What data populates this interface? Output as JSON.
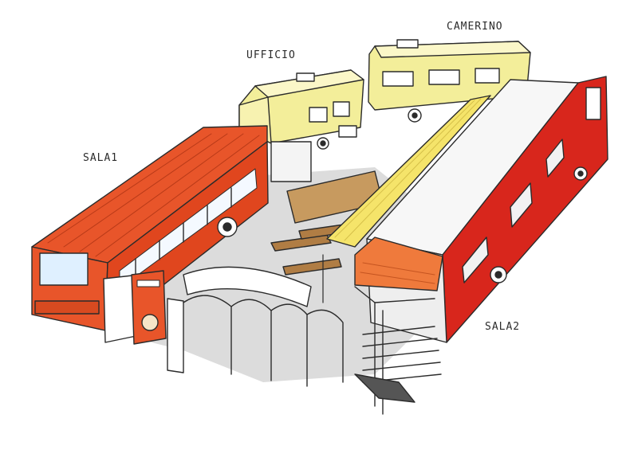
{
  "labels": {
    "camerino": "CAMERINO",
    "ufficio": "UFFICIO",
    "sala1": "SALA1",
    "sala2": "SALA2"
  },
  "colors": {
    "bus_orange": "#e8552a",
    "bus_red": "#d8261c",
    "caravan_yellow": "#f3ee9a",
    "awning_yellow": "#f5e46a",
    "awning_orange": "#ef7a3c",
    "table_brown": "#c79a5f",
    "ground_gray": "#d8d8d8",
    "ink": "#2b2b2b"
  }
}
